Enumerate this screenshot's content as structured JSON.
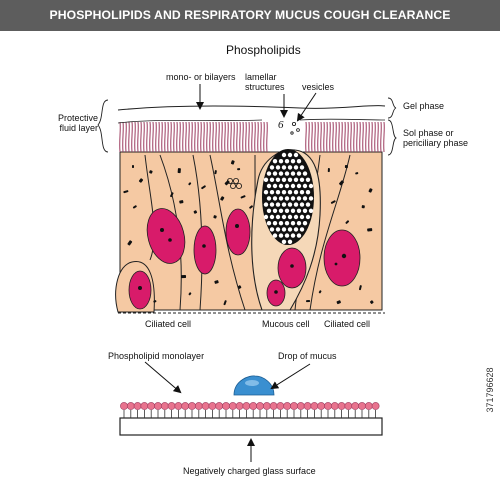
{
  "header": {
    "title": "PHOSPHOLIPIDS AND RESPIRATORY MUCUS COUGH CLEARANCE"
  },
  "top_diagram": {
    "title": "Phospholipids",
    "labels": {
      "mono_bilayers": "mono- or bilayers",
      "lamellar": [
        "lamellar",
        "structures"
      ],
      "vesicles": "vesicles",
      "protective": [
        "Protective",
        "fluid layer"
      ],
      "gel_phase": "Gel phase",
      "sol_phase": [
        "Sol phase or",
        "periciliary phase"
      ],
      "ciliated_left": "Ciliated cell",
      "mucous_cell": "Mucous cell",
      "ciliated_right": "Ciliated cell"
    }
  },
  "bottom_diagram": {
    "labels": {
      "monolayer": "Phospholipid monolayer",
      "drop": "Drop of mucus",
      "surface": "Negatively charged glass surface"
    }
  },
  "stock_id": "371796628",
  "colors": {
    "banner": "#5d5d5d",
    "cell_fill": "#f5c9a3",
    "nucleus": "#d81b6a",
    "cilia": "#9c3a5e",
    "drop": "#3a8fd0",
    "head": "#e8738e"
  }
}
